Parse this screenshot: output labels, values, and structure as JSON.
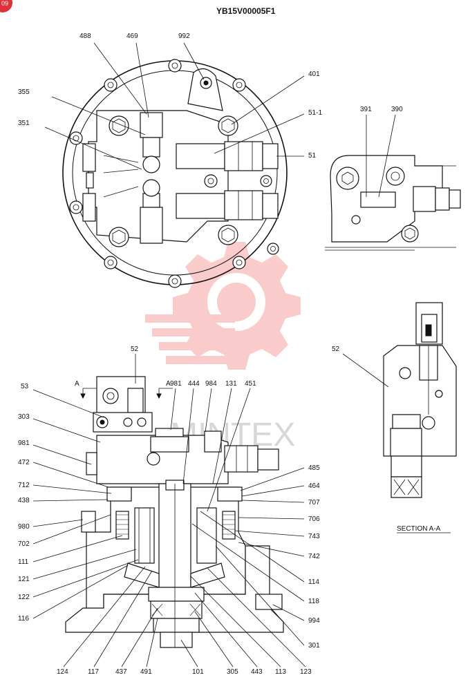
{
  "header": {
    "drawing_code": "YB15V00005F1",
    "page_badge": "09"
  },
  "watermark": {
    "text": "MINTEX",
    "color": "#f04848"
  },
  "section_caption": "SECTION  A-A",
  "section_marks": [
    "A",
    "A"
  ],
  "top_view_labels": [
    "488",
    "469",
    "992",
    "401",
    "355",
    "351",
    "51-1",
    "51"
  ],
  "side_view_labels": [
    "391",
    "390"
  ],
  "section_view_labels": [
    "52"
  ],
  "main_section_labels": {
    "top": [
      "52",
      "981",
      "444",
      "984",
      "131",
      "451"
    ],
    "left": [
      "53",
      "303",
      "981",
      "472",
      "712",
      "438",
      "980",
      "702",
      "111",
      "121",
      "122",
      "116"
    ],
    "right": [
      "485",
      "464",
      "707",
      "706",
      "743",
      "742",
      "114",
      "118",
      "994",
      "301"
    ],
    "bottom": [
      "124",
      "117",
      "437",
      "491",
      "101",
      "305",
      "443",
      "113",
      "123"
    ]
  }
}
